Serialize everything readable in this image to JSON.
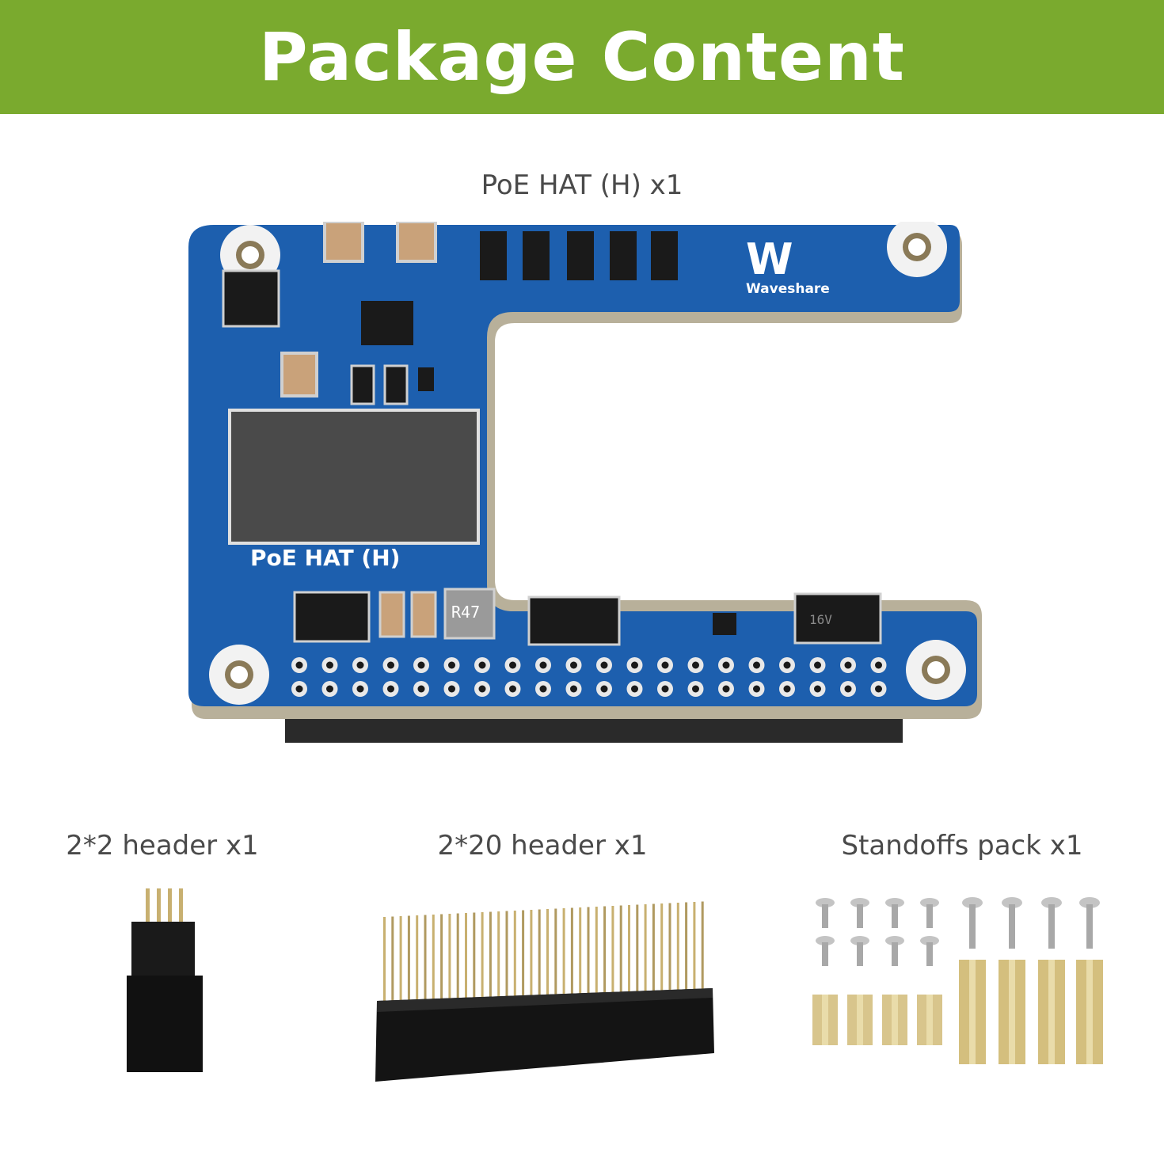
{
  "banner": {
    "title": "Package Content",
    "color": "#7aaa2e"
  },
  "items": [
    {
      "caption": "PoE HAT (H) x1"
    },
    {
      "caption": "2*2 header x1"
    },
    {
      "caption": "2*20 header x1"
    },
    {
      "caption": "Standoffs pack x1"
    }
  ],
  "board": {
    "silkscreen_label": "PoE HAT (H)",
    "brand": "Waveshare",
    "brand_mark": "W",
    "inductor_marking": "R47",
    "diode_marking": "16V",
    "color": "#1d5fae"
  }
}
